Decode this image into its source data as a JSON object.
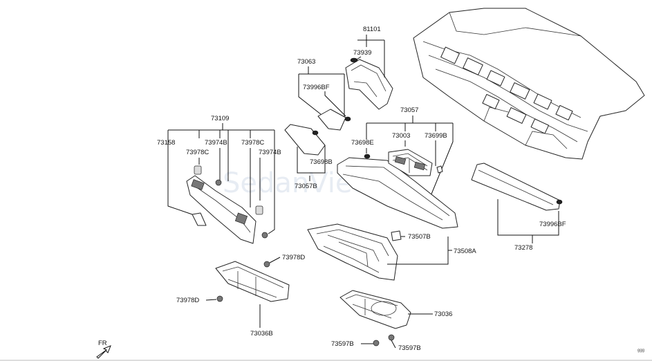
{
  "watermark": "SedanViet.vn",
  "corner_code": "ggg",
  "front_indicator": "FR",
  "labels": {
    "p81101": "81101",
    "p73939": "73939",
    "p73063": "73063",
    "p73996BF_top": "73996BF",
    "p73057": "73057",
    "p73003": "73003",
    "p73699B": "73699B",
    "p73698E": "73698E",
    "p73109": "73109",
    "p73158": "73158",
    "p73974B_a": "73974B",
    "p73978C_a": "73978C",
    "p73978C_b": "73978C",
    "p73974B_b": "73974B",
    "p73698B": "73698B",
    "p73057B": "73057B",
    "p73507B": "73507B",
    "p73508A": "73508A",
    "p73996BF_right": "73996BF",
    "p73278": "73278",
    "p73978D_a": "73978D",
    "p73978D_b": "73978D",
    "p73036B": "73036B",
    "p73036": "73036",
    "p73597B_a": "73597B",
    "p73597B_b": "73597B"
  }
}
